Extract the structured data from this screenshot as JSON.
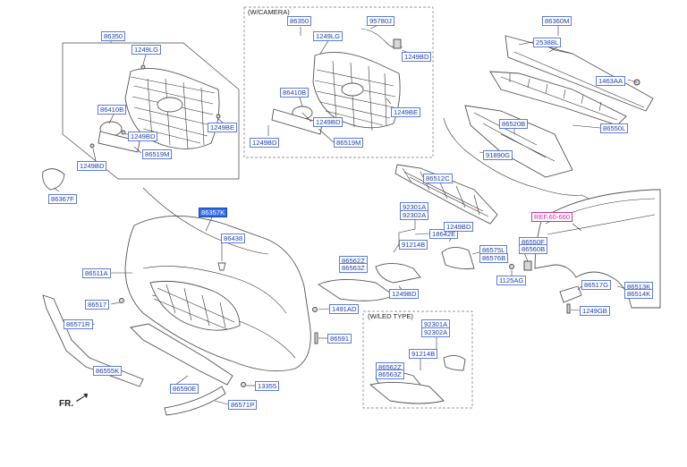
{
  "captions": {
    "camera": "(W/CAMERA)",
    "led": "(W/LED TYPE)",
    "front": "FR."
  },
  "labels": {
    "p86350a": "86350",
    "p1249lg_a": "1249LG",
    "p86410b_a": "86410B",
    "p1249bd_a1": "1249BD",
    "p1249be_a": "1249BE",
    "p1249bd_a2": "1249BD",
    "p86519m_a": "86519M",
    "p86367f": "86367F",
    "p86350b": "86350",
    "p95780j": "95780J",
    "p1249lg_b": "1249LG",
    "p1249bd_b1": "1249BD",
    "p86410b_b": "86410B",
    "p1249bd_b2": "1249BD",
    "p1249be_b": "1249BE",
    "p1249bd_b3": "1249BD",
    "p86519m_b": "86519M",
    "p86360m": "86360M",
    "p25388l": "25388L",
    "p1463aa": "1463AA",
    "p86520b": "86520B",
    "p86550l": "86550L",
    "p91890g": "91890G",
    "p86512c": "86512C",
    "ref": "REF.60-660",
    "p86357k": "86357K",
    "p86438": "86438",
    "p86511a": "86511A",
    "p86517": "86517",
    "p86571r": "86571R",
    "p86555k": "86555K",
    "p86590e": "86590E",
    "p13355": "13355",
    "p86571p": "86571P",
    "p86591": "86591",
    "p1491ad": "1491AD",
    "p92301a_a": "92301A",
    "p92302a_a": "92302A",
    "p18642e": "18642E",
    "p1249bd_c": "1249BD",
    "p91214b_a": "91214B",
    "p86575l": "86575L",
    "p86576b": "86576B",
    "p86562z_a": "86562Z",
    "p86563z_a": "86563Z",
    "p1249bd_d": "1249BD",
    "p86550f": "86550F",
    "p86560b": "86560B",
    "p1125ag": "1125AG",
    "p86517g": "86517G",
    "p86513k": "86513K",
    "p86514k": "86514K",
    "p1249gb": "1249GB",
    "p92301a_b": "92301A",
    "p92302a_b": "92302A",
    "p91214b_b": "91214B",
    "p86562z_b": "86562Z",
    "p86563z_b": "86563Z"
  },
  "highlighted": [
    "p86357k"
  ],
  "colors": {
    "label_text": "#1f3fa8",
    "label_border": "#5b7be0",
    "highlight": "#2f6fe8",
    "ref": "#d42ca0"
  }
}
